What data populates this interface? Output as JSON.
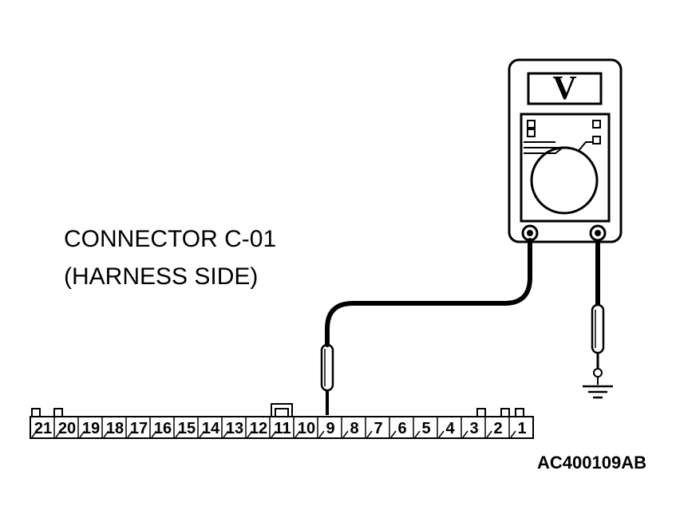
{
  "connector": {
    "title_line1": "CONNECTOR C-01",
    "title_line2": "(HARNESS SIDE)",
    "pins": [
      "21",
      "20",
      "19",
      "18",
      "17",
      "16",
      "15",
      "14",
      "13",
      "12",
      "11",
      "10",
      "9",
      "8",
      "7",
      "6",
      "5",
      "4",
      "3",
      "2",
      "1"
    ],
    "probed_pin": "9"
  },
  "meter": {
    "display_letter": "V"
  },
  "figure_code": "AC400109AB",
  "icons": {
    "meter": "voltmeter-icon",
    "ground": "ground-icon",
    "probe": "test-probe-icon"
  }
}
